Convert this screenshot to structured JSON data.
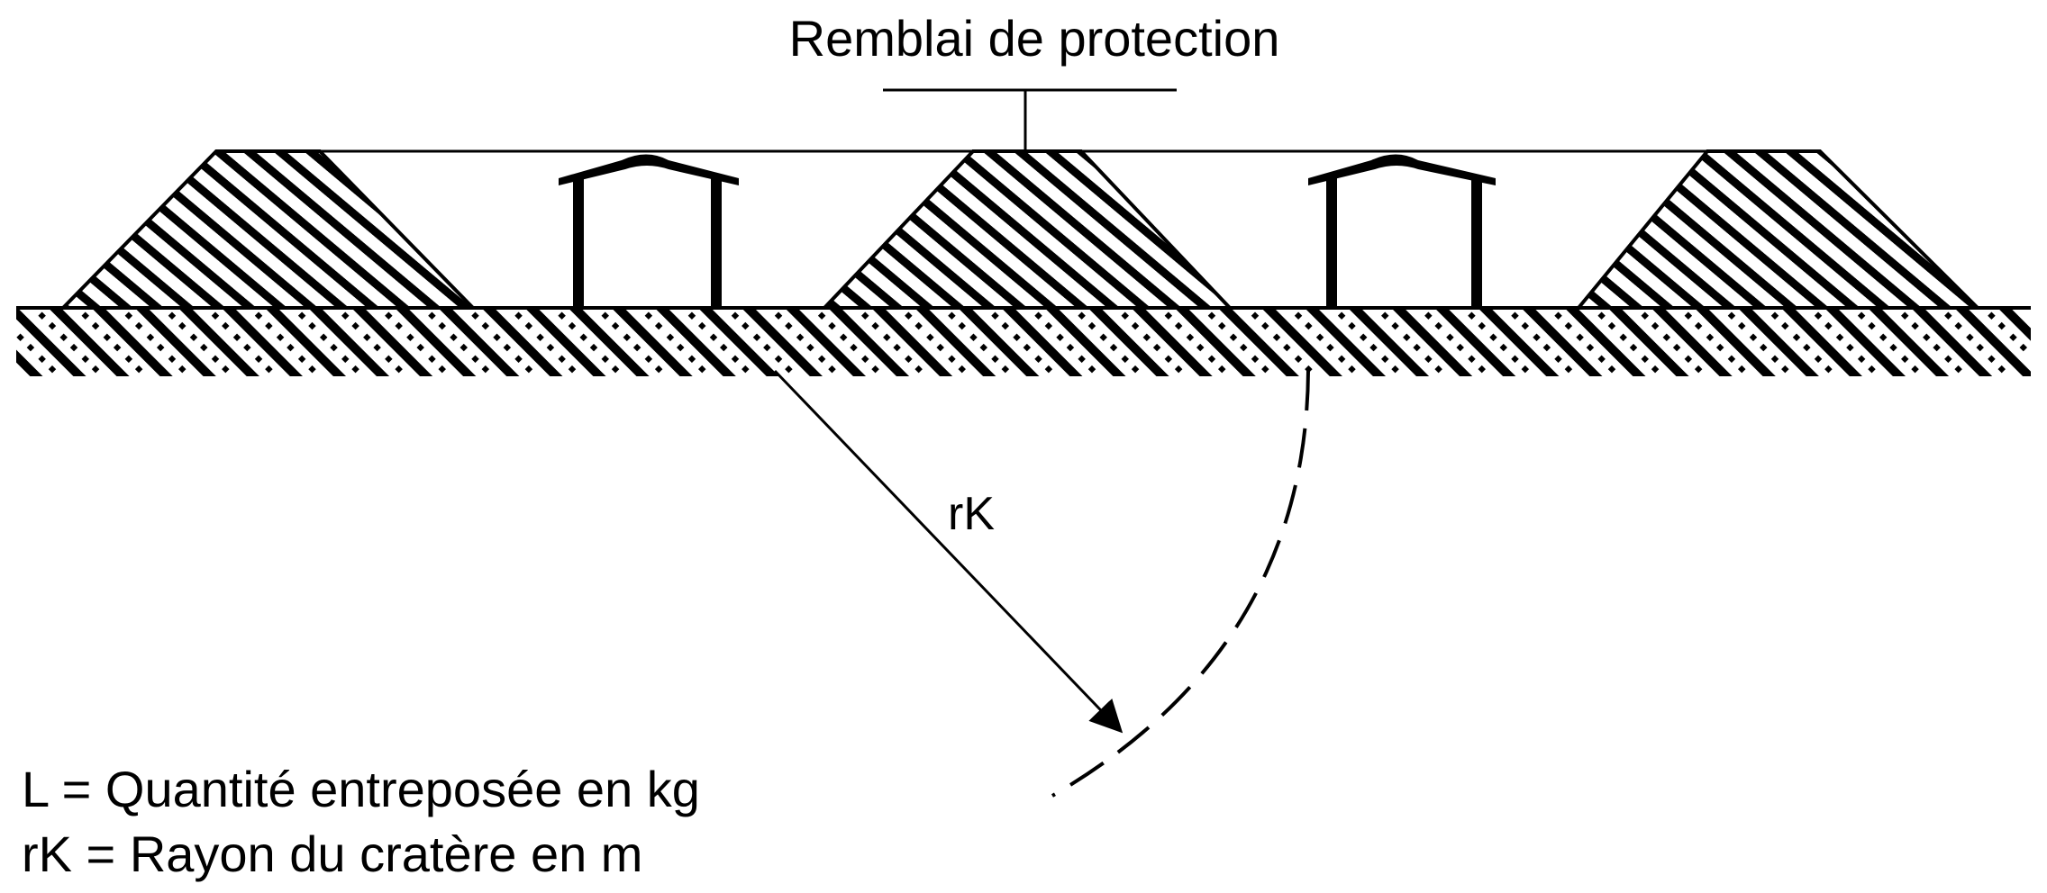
{
  "diagram": {
    "top_label": "Remblai de protection",
    "radius_label": "rK",
    "legend": {
      "line1": "L = Quantité entreposée en kg",
      "line2": "rK = Rayon du cratère en m"
    }
  },
  "colors": {
    "ink": "#000000",
    "background": "#ffffff"
  }
}
